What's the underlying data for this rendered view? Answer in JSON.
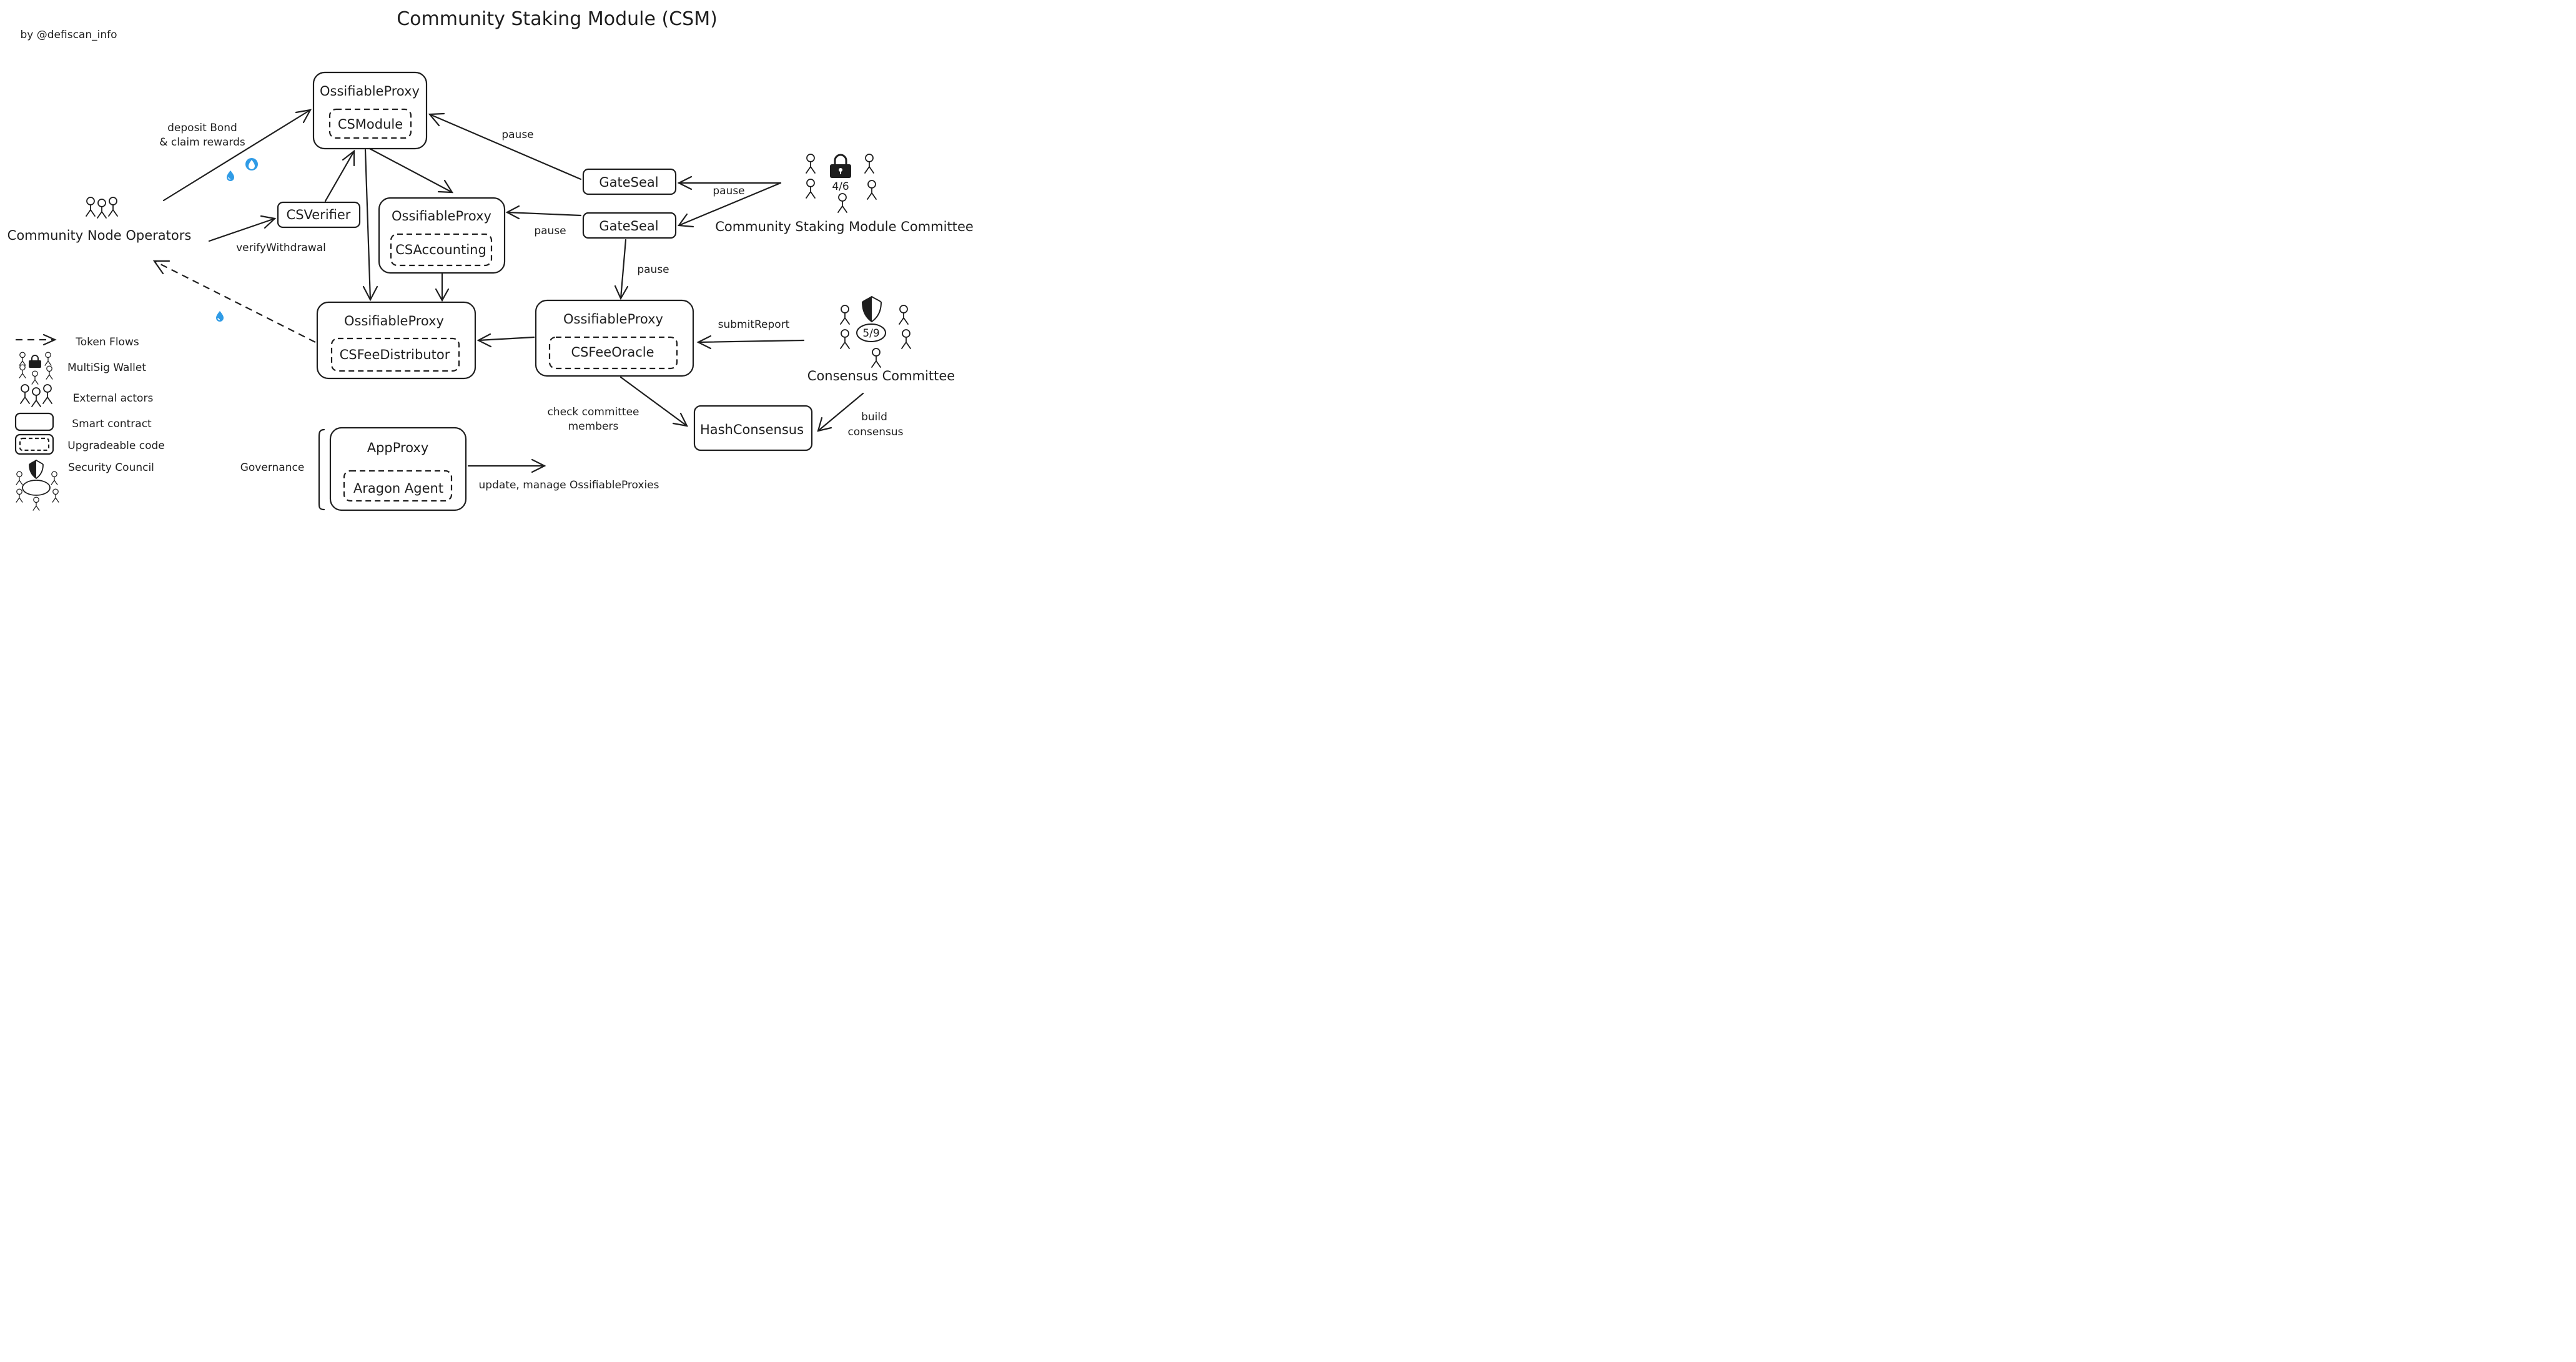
{
  "title": "Community Staking Module (CSM)",
  "credit": "by @defiscan_info",
  "boxes": {
    "csmodule": {
      "proxy": "OssifiableProxy",
      "impl": "CSModule"
    },
    "csaccounting": {
      "proxy": "OssifiableProxy",
      "impl": "CSAccounting"
    },
    "csfeedistributor": {
      "proxy": "OssifiableProxy",
      "impl": "CSFeeDistributor"
    },
    "csfeeoracle": {
      "proxy": "OssifiableProxy",
      "impl": "CSFeeOracle"
    },
    "csverifier": "CSVerifier",
    "gateseal_top": "GateSeal",
    "gateseal_bottom": "GateSeal",
    "hashconsensus": "HashConsensus",
    "appproxy": {
      "proxy": "AppProxy",
      "impl": "Aragon Agent"
    }
  },
  "actors": {
    "node_operators": "Community Node Operators",
    "csm_committee": "Community Staking Module Committee",
    "csm_committee_threshold": "4/6",
    "consensus_committee": "Consensus Committee",
    "consensus_committee_threshold": "5/9"
  },
  "labels": {
    "deposit_line1": "deposit Bond",
    "deposit_line2": "& claim rewards",
    "verify_withdrawal": "verifyWithdrawal",
    "pause_csmodule": "pause",
    "pause_gateseal_top": "pause",
    "pause_csaccounting": "pause",
    "pause_csfeeoracle": "pause",
    "submit_report": "submitReport",
    "check_line1": "check committee",
    "check_line2": "members",
    "build_line1": "build",
    "build_line2": "consensus",
    "governance": "Governance",
    "update_manage": "update, manage OssifiableProxies"
  },
  "legend": {
    "token_flows": "Token Flows",
    "multisig": "MultiSig Wallet",
    "external_actors": "External actors",
    "smart_contract": "Smart contract",
    "upgradeable_code": "Upgradeable code",
    "security_council": "Security Council"
  },
  "colors": {
    "ink": "#1e1e1e",
    "token_blue": "#2f9be6",
    "background": "#ffffff"
  },
  "icons": {
    "token": "lido-drop-icon",
    "lock": "padlock-icon",
    "shield": "shield-icon",
    "person": "stick-figure-icon"
  }
}
